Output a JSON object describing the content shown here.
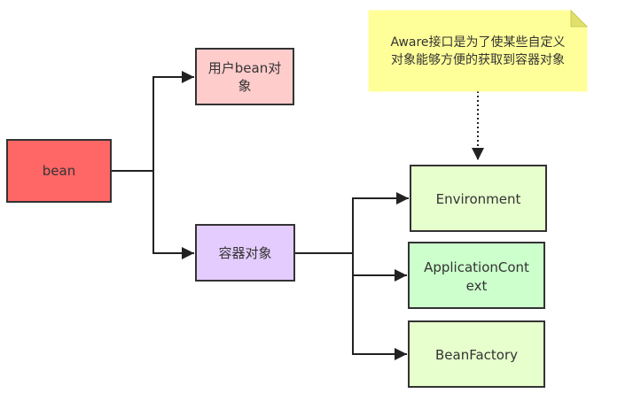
{
  "nodes": {
    "bean": {
      "label": "bean",
      "fill": "#ff6666",
      "stroke": "#333333"
    },
    "user_bean": {
      "label_lines": [
        "用户bean对",
        "象"
      ],
      "fill": "#ffcccc",
      "stroke": "#333333"
    },
    "container_object": {
      "label": "容器对象",
      "fill": "#e5ccff",
      "stroke": "#333333"
    },
    "environment": {
      "label": "Environment",
      "fill": "#e6ffcc",
      "stroke": "#333333"
    },
    "application_context": {
      "label_lines": [
        "ApplicationCont",
        "ext"
      ],
      "fill": "#ccffcc",
      "stroke": "#333333"
    },
    "bean_factory": {
      "label": "BeanFactory",
      "fill": "#e6ffcc",
      "stroke": "#333333"
    }
  },
  "note": {
    "label_lines": [
      "Aware接口是为了使某些自定义",
      "对象能够方便的获取到容器对象"
    ],
    "fill": "#ffff99",
    "fold_fill": "#e0e06a"
  },
  "colors": {
    "edge": "#222222"
  }
}
